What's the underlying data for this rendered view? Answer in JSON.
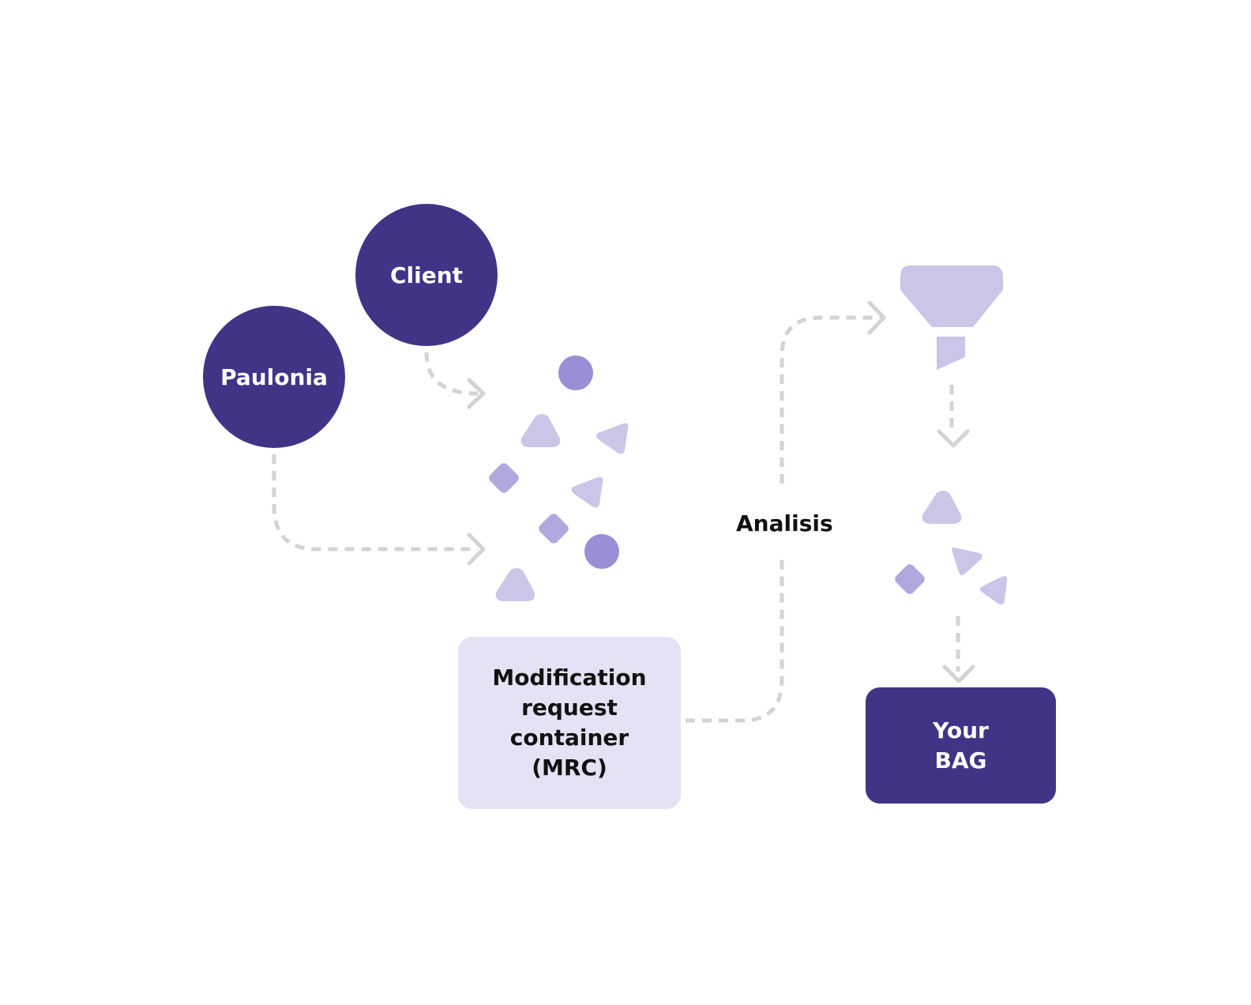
{
  "colors": {
    "dark_purple": "#413486",
    "mid_purple": "#9a8ed6",
    "medium_purple": "#b1a8de",
    "light_purple": "#cbc5e8",
    "pale_purple": "#e5e2f5",
    "connector_gray": "#d3d3d3"
  },
  "nodes": {
    "client": "Client",
    "paulonia": "Paulonia"
  },
  "mrc": {
    "lines": [
      "Modification",
      "request",
      "container",
      "(MRC)"
    ]
  },
  "analysis": {
    "label": "Analisis"
  },
  "output": {
    "lines": [
      "Your",
      "BAG"
    ]
  },
  "icons": {
    "filter": "funnel-icon",
    "shapes": [
      "circle-shape",
      "triangle-shape",
      "diamond-shape"
    ]
  }
}
